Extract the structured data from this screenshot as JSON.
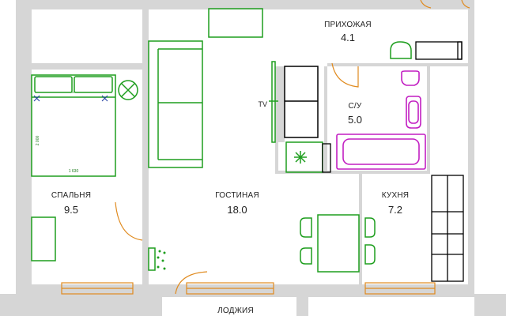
{
  "plan": {
    "rooms": {
      "hall": {
        "name": "ПРИХОЖАЯ",
        "area": "4.1"
      },
      "bathroom": {
        "name": "С/У",
        "area": "5.0"
      },
      "bedroom": {
        "name": "СПАЛЬНЯ",
        "area": "9.5"
      },
      "living": {
        "name": "ГОСТИНАЯ",
        "area": "18.0"
      },
      "kitchen": {
        "name": "КУХНЯ",
        "area": "7.2"
      },
      "loggia": {
        "name": "ЛОДЖИЯ"
      }
    },
    "labels": {
      "tv": "TV",
      "bed_length": "2 000",
      "bed_width": "1 630"
    },
    "colors": {
      "walls": "#d6d6d6",
      "furniture": "#1e9e1e",
      "plumbing": "#c21fc2",
      "doors": "#e08a1e",
      "windows": "#e08a1e"
    }
  }
}
